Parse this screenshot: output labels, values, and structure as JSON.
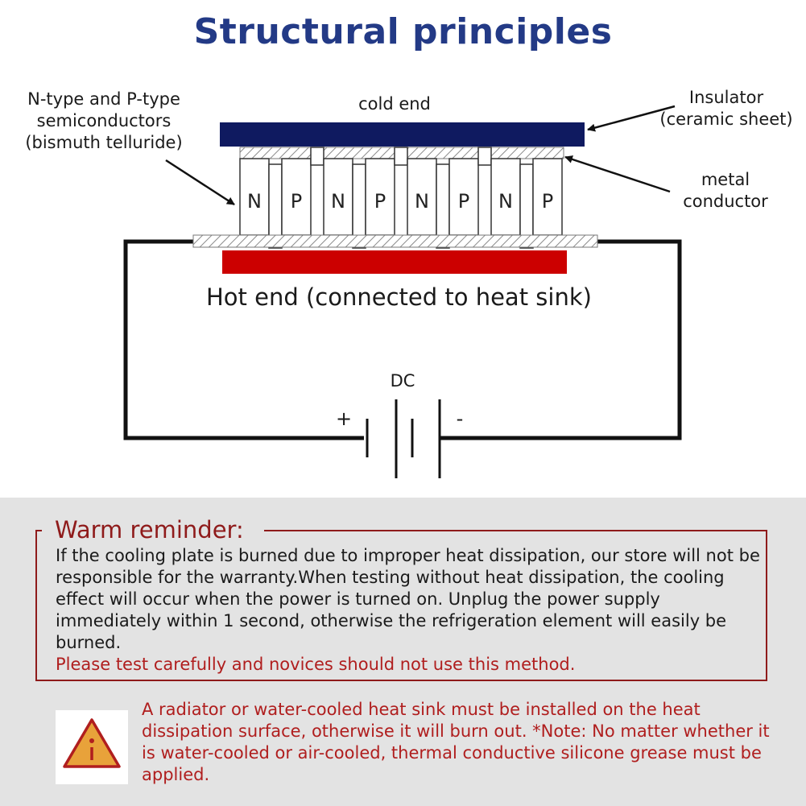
{
  "title": "Structural principles",
  "diagram": {
    "label_semiconductors": [
      "N-type and P-type",
      "semiconductors",
      "(bismuth telluride)"
    ],
    "label_cold_end": "cold end",
    "label_insulator": [
      "Insulator",
      "(ceramic sheet)"
    ],
    "label_metal_conductor": [
      "metal",
      "conductor"
    ],
    "label_hot_end": "Hot end (connected to heat sink)",
    "label_dc": "DC",
    "label_plus": "+",
    "label_minus": "-",
    "legs": [
      "N",
      "P",
      "N",
      "P",
      "N",
      "P",
      "N",
      "P"
    ],
    "colors": {
      "cold_plate": "#0f1a60",
      "hot_plate": "#cc0000",
      "wire": "#111111",
      "title": "#233a86"
    }
  },
  "reminder": {
    "title": "Warm reminder:",
    "body": "If the cooling plate is burned due to improper heat dissipation, our store will not be responsible for the warranty.When testing without heat dissipation, the cooling effect will occur when the power is turned on. Unplug the power supply immediately within 1 second, otherwise the refrigeration element will easily be burned.",
    "warning": "Please test carefully and novices should not use this method.",
    "accent_color": "#8f1b1b"
  },
  "notice": {
    "icon": "warning-triangle-icon",
    "text": "A radiator or water-cooled heat sink must be installed on the heat dissipation surface, otherwise it will burn out. *Note: No matter whether it is water-cooled or air-cooled, thermal conductive silicone grease must be applied.",
    "color": "#b01e1e"
  }
}
